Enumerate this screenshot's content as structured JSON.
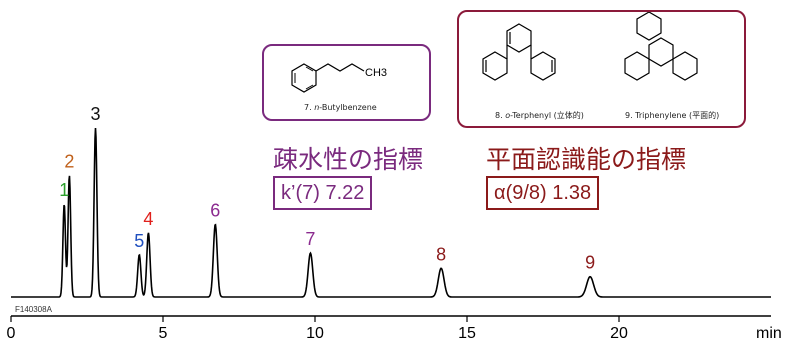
{
  "chart_data": {
    "type": "line",
    "xlabel": "min",
    "xlim": [
      0,
      25
    ],
    "xticks": [
      0,
      5,
      10,
      15,
      20
    ],
    "sample_code": "F140308A",
    "peaks": [
      {
        "label": "1",
        "rt": 1.75,
        "height": 0.55,
        "color": "#2ca02c"
      },
      {
        "label": "2",
        "rt": 1.92,
        "height": 0.72,
        "color": "#c0601a"
      },
      {
        "label": "3",
        "rt": 2.78,
        "height": 1.0,
        "color": "#111111"
      },
      {
        "label": "5",
        "rt": 4.22,
        "height": 0.25,
        "color": "#1f4fbf"
      },
      {
        "label": "4",
        "rt": 4.52,
        "height": 0.38,
        "color": "#e0201c"
      },
      {
        "label": "6",
        "rt": 6.72,
        "height": 0.43,
        "color": "#8b2a8f"
      },
      {
        "label": "7",
        "rt": 9.85,
        "height": 0.26,
        "color": "#8b2a8f"
      },
      {
        "label": "8",
        "rt": 14.15,
        "height": 0.17,
        "color": "#8b1a1a"
      },
      {
        "label": "9",
        "rt": 19.05,
        "height": 0.12,
        "color": "#8b1a1a"
      }
    ],
    "annotations": {
      "hydrophobicity": {
        "title": "疎水性の指標",
        "value": "k’(7) 7.22",
        "color": "#7a2a7e"
      },
      "planarity": {
        "title": "平面認識能の指標",
        "value": "α(9/8) 1.38",
        "color": "#8b1a1a"
      }
    },
    "compounds": {
      "c7": {
        "caption_pre": "7. ",
        "caption_italic": "n",
        "caption_post": "-Butylbenzene",
        "group": "CH3"
      },
      "c8": {
        "caption_pre": "8. ",
        "caption_italic": "o",
        "caption_post": "-Terphenyl (立体的)"
      },
      "c9": {
        "caption": "9. Triphenylene (平面的)"
      }
    }
  }
}
